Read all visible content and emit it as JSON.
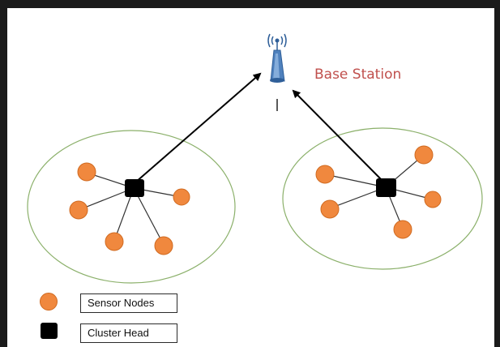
{
  "base_station": {
    "label": "Base Station",
    "icon": "antenna-tower-icon"
  },
  "legend": {
    "sensor_nodes_label": "Sensor Nodes",
    "cluster_head_label": "Cluster Head"
  },
  "colors": {
    "sensor_node_fill": "#f0883e",
    "sensor_node_stroke": "#d06a20",
    "cluster_boundary": "#8bb06a",
    "cluster_head": "#000000",
    "base_station_label": "#c0504d",
    "antenna": "#4f81bd"
  }
}
